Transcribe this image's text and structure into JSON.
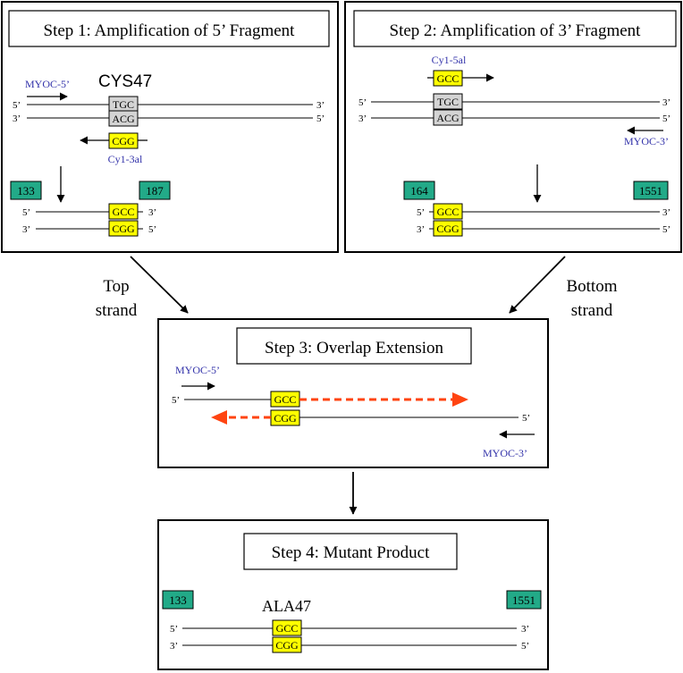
{
  "colors": {
    "yellow": "#ffff00",
    "teal": "#22aa88",
    "gray": "#d4d4d4",
    "blue": "#3333aa",
    "red": "#ff4411",
    "black": "#000000"
  },
  "step1": {
    "title": "Step 1: Amplification of 5’ Fragment",
    "primer_fwd": "MYOC-5’",
    "mutation_label": "CYS47",
    "top_strand": {
      "left": "5’",
      "right": "3’",
      "codon": "TGC"
    },
    "bottom_strand": {
      "left": "3’",
      "right": "5’",
      "codon": "ACG"
    },
    "mut_primer": {
      "codon": "CGG",
      "name": "Cy1-3al"
    },
    "product": {
      "start": "133",
      "end": "187",
      "top": {
        "left": "5’",
        "right": "3’",
        "codon": "GCC"
      },
      "bottom": {
        "left": "3’",
        "right": "5’",
        "codon": "CGG"
      }
    }
  },
  "step2": {
    "title": "Step 2: Amplification of 3’ Fragment",
    "mut_primer": {
      "name": "Cy1-5al",
      "codon": "GCC"
    },
    "top_strand": {
      "left": "5’",
      "right": "3’",
      "codon": "TGC"
    },
    "bottom_strand": {
      "left": "3’",
      "right": "5’",
      "codon": "ACG"
    },
    "primer_rev": "MYOC-3’",
    "product": {
      "start": "164",
      "end": "1551",
      "top": {
        "left": "5’",
        "right": "3’",
        "codon": "GCC"
      },
      "bottom": {
        "left": "3’",
        "right": "5’",
        "codon": "CGG"
      }
    }
  },
  "flow": {
    "left_label_1": "Top",
    "left_label_2": "strand",
    "right_label_1": "Bottom",
    "right_label_2": "strand"
  },
  "step3": {
    "title": "Step 3: Overlap Extension",
    "primer_fwd": "MYOC-5’",
    "top": {
      "left": "5’",
      "codon": "GCC"
    },
    "bottom": {
      "right": "5’",
      "codon": "CGG"
    },
    "primer_rev": "MYOC-3’"
  },
  "step4": {
    "title": "Step 4: Mutant Product",
    "start": "133",
    "end": "1551",
    "mutation_label": "ALA47",
    "top": {
      "left": "5’",
      "right": "3’",
      "codon": "GCC"
    },
    "bottom": {
      "left": "3’",
      "right": "5’",
      "codon": "CGG"
    }
  }
}
